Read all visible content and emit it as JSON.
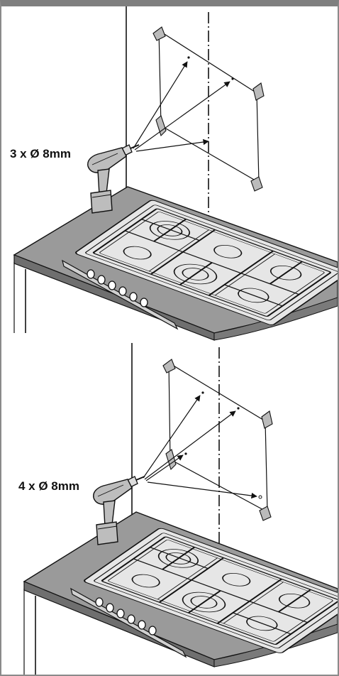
{
  "panels": [
    {
      "drill_label": "3 x Ø 8mm",
      "hole_count": 3
    },
    {
      "drill_label": "4 x Ø 8mm",
      "hole_count": 4
    }
  ],
  "colors": {
    "frame_border": "#7f7f7f",
    "countertop": "#9a9a9a",
    "countertop_edge": "#6f6f6f",
    "line": "#111111"
  },
  "icons": [
    "drill-icon",
    "hob-icon",
    "mounting-template",
    "drill-arrows"
  ]
}
